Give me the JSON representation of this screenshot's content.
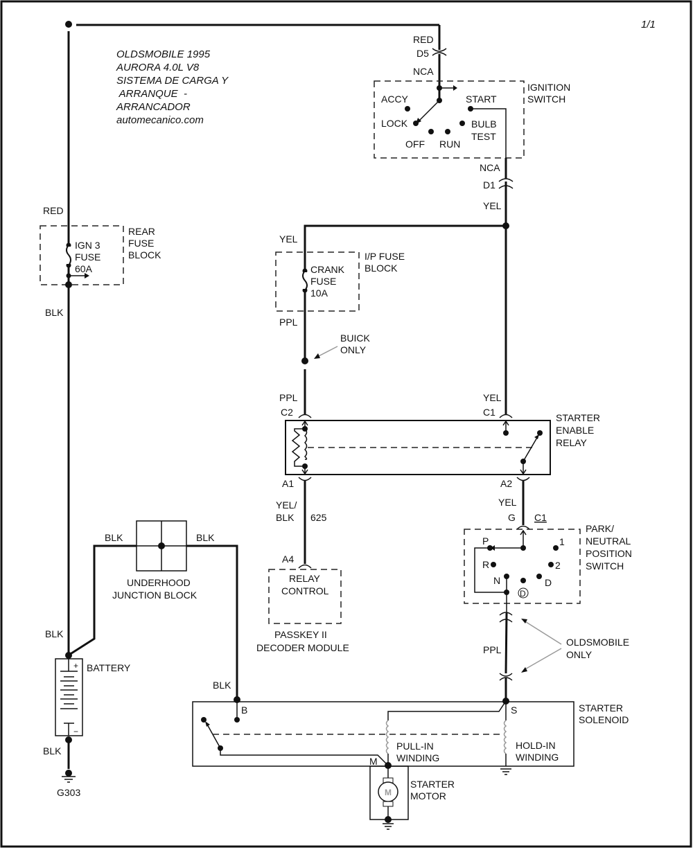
{
  "page_number": "1/1",
  "title": {
    "lines": [
      "OLDSMOBILE 1995",
      "AURORA  4.0L  V8",
      "SISTEMA DE CARGA Y",
      " ARRANQUE  -",
      "ARRANCADOR",
      "automecanico.com"
    ]
  },
  "ignition_switch": {
    "name_lines": [
      "IGNITION",
      "SWITCH"
    ],
    "top_wire": "RED",
    "top_connector": "D5",
    "top_circuit": "NCA",
    "positions": [
      "ACCY",
      "LOCK",
      "OFF",
      "RUN",
      "START"
    ],
    "bulb_test_lines": [
      "BULB",
      "TEST"
    ],
    "bottom_circuit": "NCA",
    "bottom_connector": "D1",
    "bottom_wire": "YEL"
  },
  "rear_fuse_block": {
    "name_lines": [
      "REAR",
      "FUSE",
      "BLOCK"
    ],
    "fuse_lines": [
      "IGN 3",
      "FUSE",
      "60A"
    ],
    "top_wire": "RED",
    "bottom_wire": "BLK"
  },
  "ip_fuse_block": {
    "name_lines": [
      "I/P FUSE",
      "BLOCK"
    ],
    "fuse_lines": [
      "CRANK",
      "FUSE",
      "10A"
    ],
    "top_wire": "YEL",
    "bottom_wire": "PPL"
  },
  "buick_note": [
    "BUICK",
    "ONLY"
  ],
  "starter_enable_relay": {
    "name_lines": [
      "STARTER",
      "ENABLE",
      "RELAY"
    ],
    "left_top_wire": "PPL",
    "left_top_connector": "C2",
    "right_top_wire": "YEL",
    "right_top_connector": "C1",
    "left_bottom_connector": "A1",
    "right_bottom_connector": "A2"
  },
  "passkey": {
    "wire_lines": [
      "YEL/",
      "BLK"
    ],
    "circuit": "625",
    "connector": "A4",
    "box_lines": [
      "RELAY",
      "CONTROL"
    ],
    "name_lines": [
      "PASSKEY II",
      "DECODER MODULE"
    ]
  },
  "park_neutral_switch": {
    "name_lines": [
      "PARK/",
      "NEUTRAL",
      "POSITION",
      "SWITCH"
    ],
    "top_wire": "YEL",
    "connector_g": "G",
    "connector_c1": "C1",
    "positions": [
      "P",
      "R",
      "N",
      "D",
      "1",
      "2",
      "D"
    ]
  },
  "oldsmobile_note": [
    "OLDSMOBILE",
    "ONLY"
  ],
  "ppl_wire": "PPL",
  "underhood_junction": {
    "name_lines": [
      "UNDERHOOD",
      "JUNCTION BLOCK"
    ],
    "left_wire": "BLK",
    "right_wire": "BLK"
  },
  "battery": {
    "name": "BATTERY",
    "plus": "+",
    "minus": "−",
    "top_wire": "BLK",
    "bottom_wire": "BLK",
    "ground": "G303"
  },
  "starter_solenoid": {
    "name_lines": [
      "STARTER",
      "SOLENOID"
    ],
    "b_wire": "BLK",
    "terminal_b": "B",
    "terminal_s": "S",
    "terminal_m": "M",
    "pull_in_lines": [
      "PULL-IN",
      "WINDING"
    ],
    "hold_in_lines": [
      "HOLD-IN",
      "WINDING"
    ]
  },
  "starter_motor": {
    "name_lines": [
      "STARTER",
      "MOTOR"
    ],
    "symbol": "M"
  }
}
